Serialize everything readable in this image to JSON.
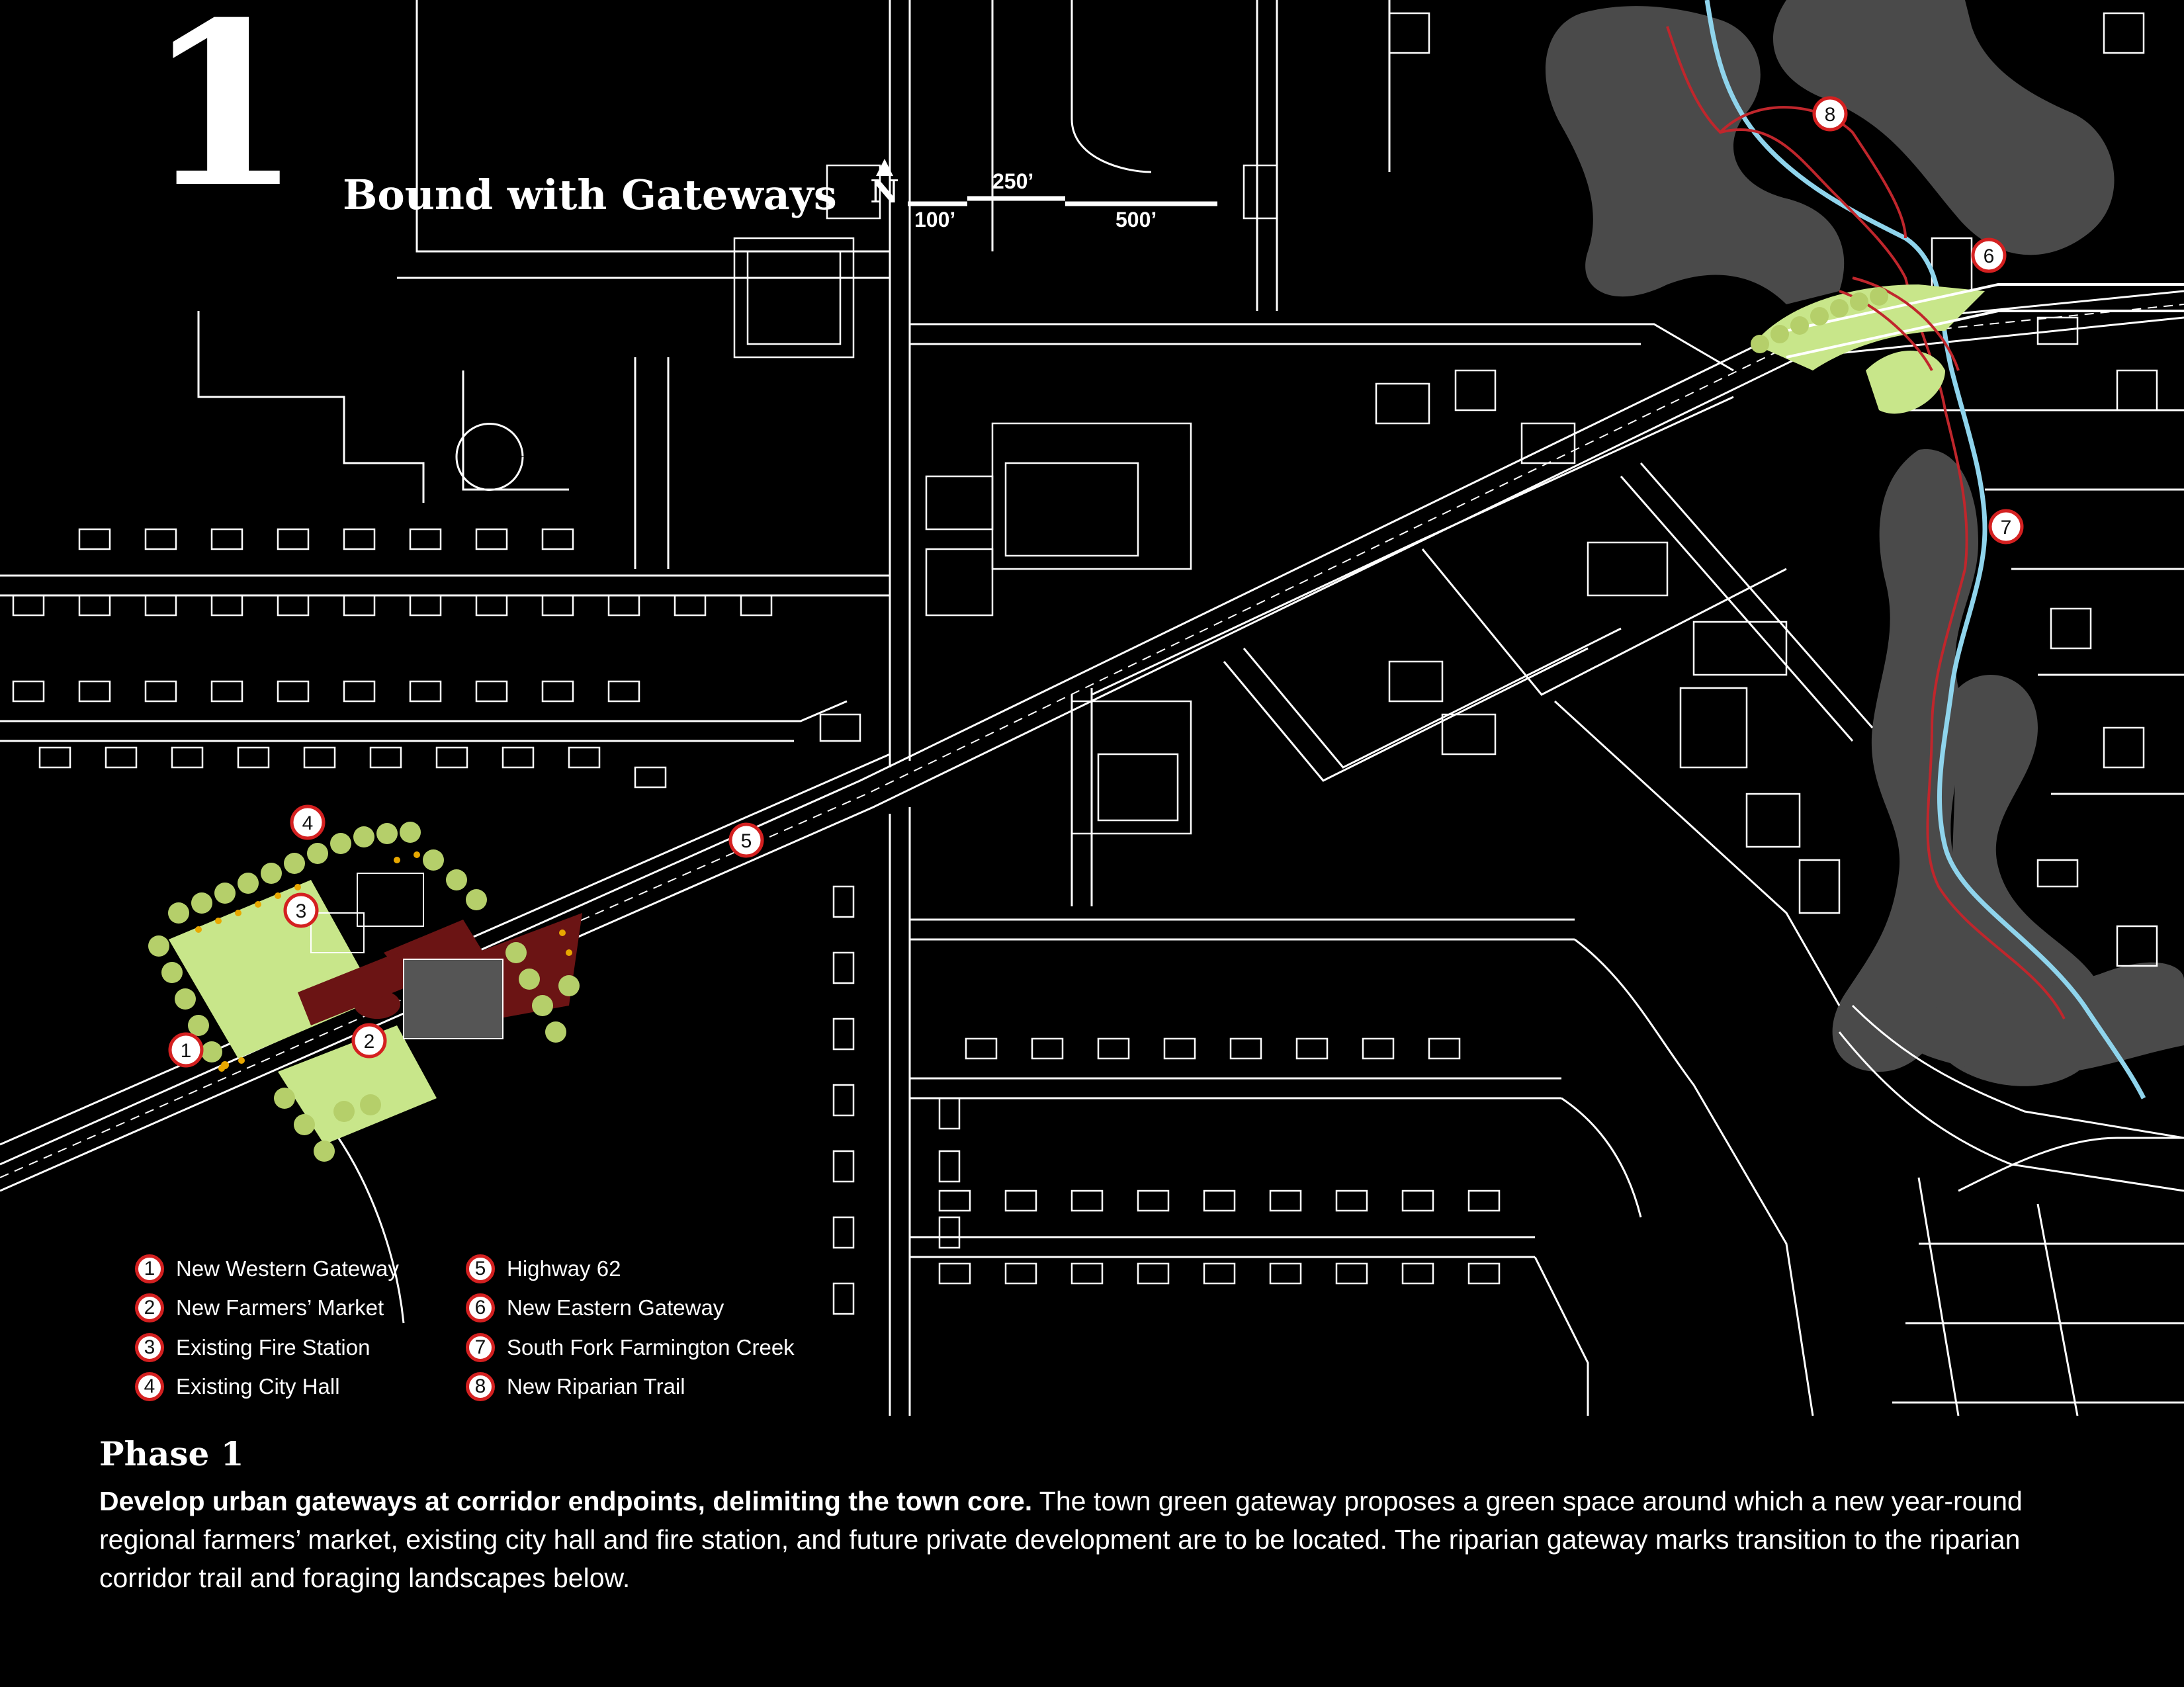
{
  "header": {
    "phase_number": "1",
    "title": "Bound with Gateways"
  },
  "north_arrow": {
    "label": "N"
  },
  "scale_bar": {
    "labels": {
      "top": "250’",
      "bottom_left": "100’",
      "bottom_right": "500’"
    }
  },
  "markers": [
    "1",
    "2",
    "3",
    "4",
    "5",
    "6",
    "7",
    "8"
  ],
  "legend": {
    "left_column": [
      {
        "num": "1",
        "label": "New Western Gateway"
      },
      {
        "num": "2",
        "label": "New Farmers’ Market"
      },
      {
        "num": "3",
        "label": "Existing Fire Station"
      },
      {
        "num": "4",
        "label": "Existing City Hall"
      }
    ],
    "right_column": [
      {
        "num": "5",
        "label": "Highway 62"
      },
      {
        "num": "6",
        "label": "New Eastern Gateway"
      },
      {
        "num": "7",
        "label": "South Fork Farmington Creek"
      },
      {
        "num": "8",
        "label": "New Riparian Trail"
      }
    ]
  },
  "phase": {
    "title": "Phase 1",
    "lead": "Develop urban gateways at corridor endpoints, delimiting the town core.",
    "body": " The town green gateway proposes a green space around which a new year-round regional farmers’ market, existing city hall and fire station, and future private development are to be located. The riparian gateway marks transition to the riparian corridor trail and foraging landscapes below."
  },
  "colors": {
    "background": "#000000",
    "linework": "#ffffff",
    "vegetation_mass": "#4a4a4a",
    "creek": "#8fd4ec",
    "trail": "#c0262c",
    "green_space": "#c8e68a",
    "trees": "#b5cf6a",
    "market_plaza": "#6b1414",
    "marker_ring": "#d42020"
  }
}
